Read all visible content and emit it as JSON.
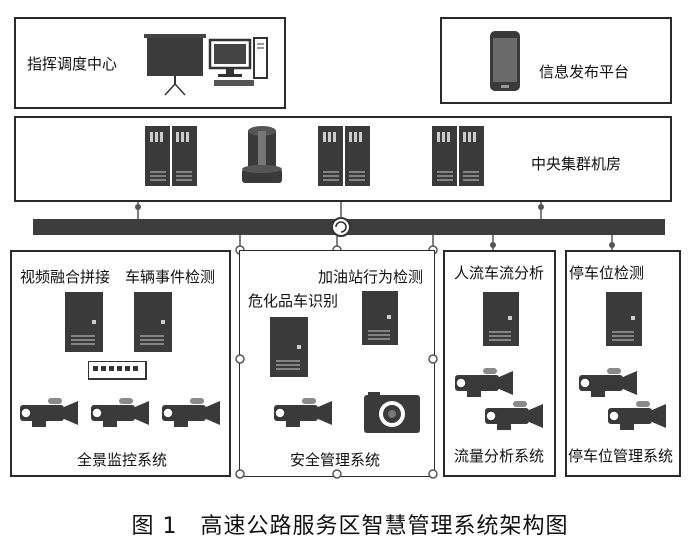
{
  "top_left_box": {
    "label": "指挥调度中心"
  },
  "top_right_box": {
    "label": "信息发布平台"
  },
  "central_box": {
    "label": "中央集群机房"
  },
  "panoramic_box": {
    "label_video": "视频融合拼接",
    "label_event": "车辆事件检测",
    "system": "全景监控系统"
  },
  "safety_box": {
    "label_gas": "加油站行为检测",
    "label_hazmat": "危化品车识别",
    "system": "安全管理系统"
  },
  "flow_box": {
    "label": "人流车流分析",
    "system": "流量分析系统"
  },
  "parking_box": {
    "label": "停车位检测",
    "system": "停车位管理系统"
  },
  "caption": "图 1　高速公路服务区智慧管理系统架构图",
  "colors": {
    "server": "#3a3a3a",
    "bus": "#3d3d3d",
    "line": "#555555"
  },
  "icons": [
    "projector-screen-icon",
    "desktop-computer-icon",
    "smartphone-icon",
    "server-rack-icon",
    "storage-cylinder-icon",
    "network-switch-icon",
    "camera-icon",
    "bus-hub-icon"
  ]
}
